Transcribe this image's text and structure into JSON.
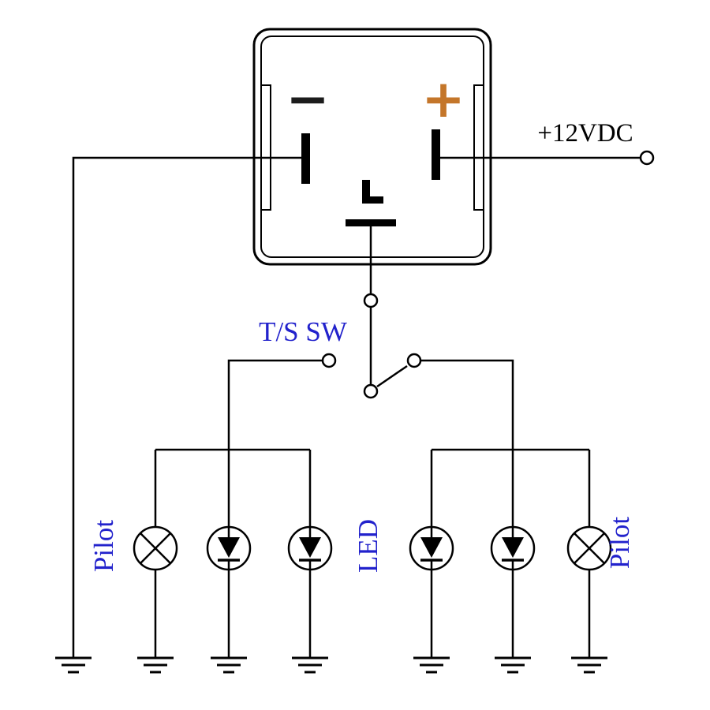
{
  "diagram": {
    "kind": "led-flasher-relay-wiring-schematic",
    "labels": {
      "supply": "+12VDC",
      "turn_signal_switch": "T/S SW",
      "pilot_left": "Pilot",
      "led": "LED",
      "pilot_right": "Pilot",
      "relay_negative": "−",
      "relay_positive": "+"
    },
    "colors": {
      "wire": "#000000",
      "label_blue": "#2222cc",
      "positive_orange": "#c4762a",
      "negative_dark": "#1c1c1c"
    },
    "lamps": [
      {
        "type": "pilot",
        "group": "left"
      },
      {
        "type": "led",
        "group": "left"
      },
      {
        "type": "led",
        "group": "left"
      },
      {
        "type": "led",
        "group": "right"
      },
      {
        "type": "led",
        "group": "right"
      },
      {
        "type": "pilot",
        "group": "right"
      }
    ],
    "terminals": [
      {
        "name": "12vdc-terminal"
      },
      {
        "name": "relay-output-terminal"
      },
      {
        "name": "switch-common-terminal"
      },
      {
        "name": "switch-left-contact"
      },
      {
        "name": "switch-right-contact"
      }
    ],
    "ground_count": 7
  }
}
